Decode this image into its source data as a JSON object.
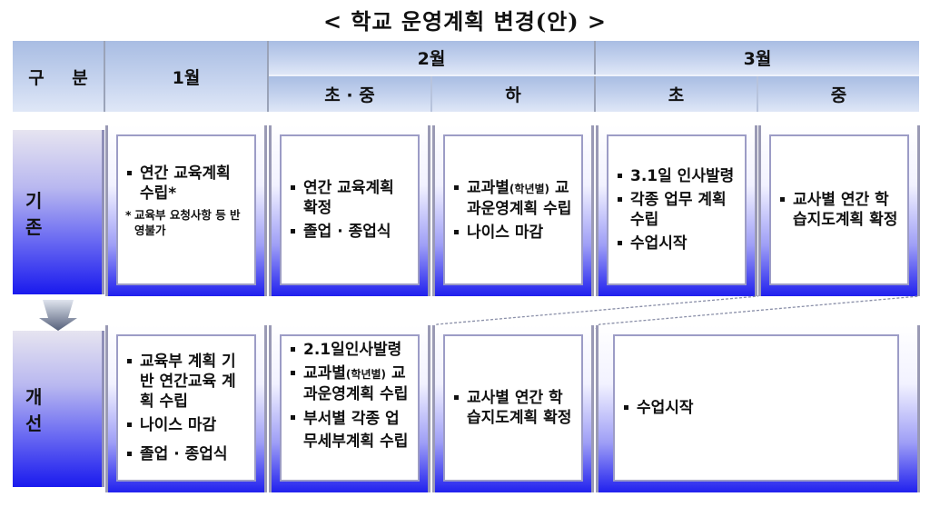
{
  "title": "< 학교 운영계획 변경(안) >",
  "header": {
    "category_label": "구 분",
    "months": [
      {
        "label": "1월"
      },
      {
        "label": "2월",
        "periods": [
          "초 · 중",
          "하"
        ]
      },
      {
        "label": "3월",
        "periods": [
          "초",
          "중"
        ]
      }
    ]
  },
  "rows": {
    "existing": {
      "label": "기 존",
      "cells": [
        {
          "column": "1월",
          "items": [
            {
              "text": "연간 교육계획 수립*"
            }
          ],
          "note": {
            "mark": "*",
            "text": "교육부 요청사항 등 반영불가"
          }
        },
        {
          "column": "2월 초·중",
          "items": [
            {
              "text": "연간 교육계획 확정"
            },
            {
              "text": "졸업 · 종업식"
            }
          ]
        },
        {
          "column": "2월 하",
          "items": [
            {
              "text": "교과별",
              "small": "(학년별)",
              "rest": "교과운영계획 수립"
            },
            {
              "text": "나이스 마감"
            }
          ]
        },
        {
          "column": "3월 초",
          "items": [
            {
              "text": "3.1일 인사발령"
            },
            {
              "text": "각종 업무 계획수립"
            },
            {
              "text": "수업시작"
            }
          ]
        },
        {
          "column": "3월 중",
          "items": [
            {
              "text": "교사별 연간 학습지도계획 확정"
            }
          ]
        }
      ]
    },
    "improved": {
      "label": "개 선",
      "cells": [
        {
          "column": "1월",
          "items": [
            {
              "text": "교육부 계획 기반 연간교육 계획 수립"
            },
            {
              "text": "나이스 마감"
            },
            {
              "text": "졸업 · 종업식"
            }
          ]
        },
        {
          "column": "2월 초·중",
          "items": [
            {
              "text": "2.1일인사발령"
            },
            {
              "text": "교과별",
              "small": "(학년별)",
              "rest": "교과운영계획 수립"
            },
            {
              "text": "부서별 각종 업무세부계획 수립"
            }
          ]
        },
        {
          "column": "2월 하",
          "items": [
            {
              "text": "교사별 연간 학습지도계획 확정"
            }
          ]
        },
        {
          "column": "3월",
          "items": [
            {
              "text": "수업시작"
            }
          ]
        }
      ]
    }
  },
  "colors": {
    "header_top": "#a9bde3",
    "header_bottom": "#dfe7f7",
    "gradient_bottom": "#2020ee",
    "connector": "#8a8fa8"
  }
}
